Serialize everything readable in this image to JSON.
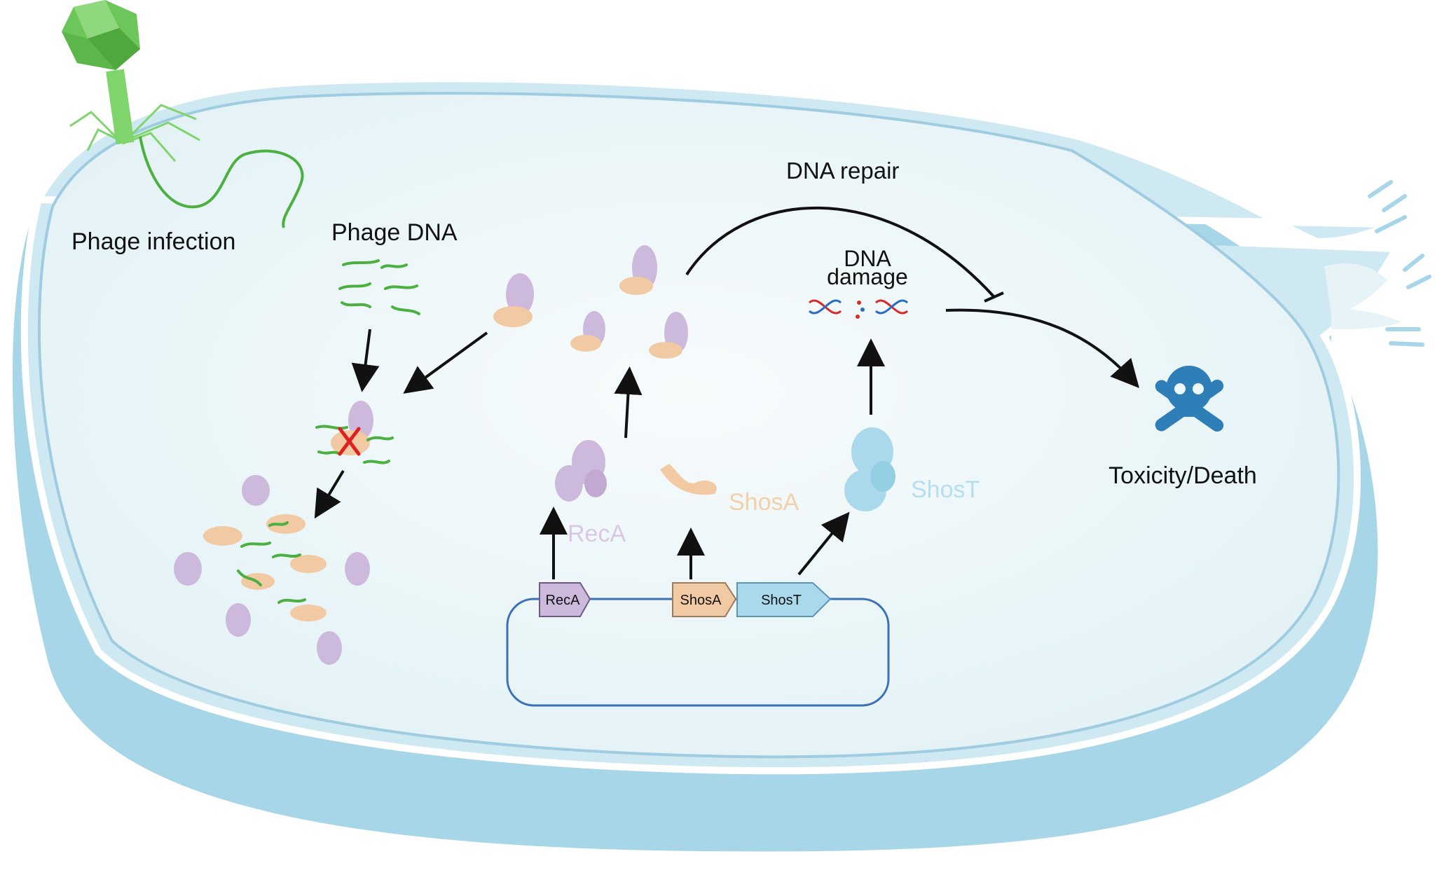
{
  "labels": {
    "phage_infection": "Phage infection",
    "phage_dna": "Phage DNA",
    "dna_repair": "DNA repair",
    "dna_damage_line1": "DNA",
    "dna_damage_line2": "damage",
    "toxicity_death": "Toxicity/Death",
    "reca_protein": "RecA",
    "shosa_protein": "ShosA",
    "shost_protein": "ShosT"
  },
  "operon": {
    "reca_gene": "RecA",
    "shosa_gene": "ShosA",
    "shost_gene": "ShosT"
  },
  "colors": {
    "cell_fill": "#eef7f9",
    "cell_outer": "#a7d6e8",
    "membrane": "#9fcce0",
    "phage_green": "#5cbd4a",
    "reca_purple": "#cdb9dc",
    "shosa_peach": "#f1c9a3",
    "shost_blue": "#a9d9ea",
    "skull_blue": "#2e7fb8",
    "dna_red": "#d92a2a",
    "dna_blue": "#2a6cc0",
    "cross_red": "#e02020",
    "arrow_black": "#111111"
  },
  "icons": [
    "phage-icon",
    "skull-crossbones-icon",
    "dna-damage-icon",
    "cross-mark-icon"
  ]
}
